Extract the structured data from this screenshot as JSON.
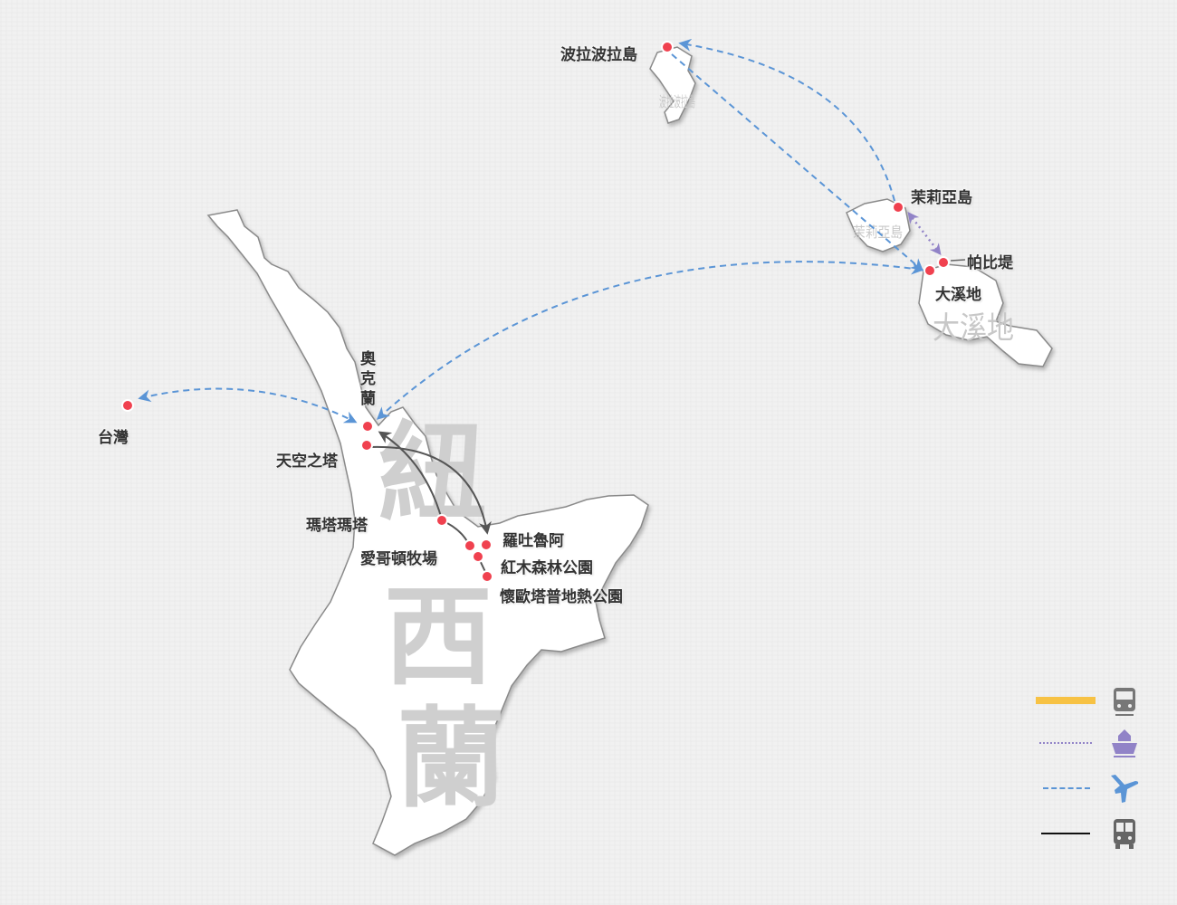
{
  "map": {
    "watermarks": {
      "nz": [
        "紐",
        "西",
        "蘭"
      ],
      "bora_bora": "波拉波拉島",
      "moorea": "茉莉亞島",
      "tahiti": "大溪地"
    },
    "places": {
      "taiwan": "台灣",
      "auckland": "奧克蘭",
      "sky_tower": "天空之塔",
      "matamata": "瑪塔瑪塔",
      "agrodome": "愛哥頓牧場",
      "rotorua": "羅吐魯阿",
      "redwoods": "紅木森林公園",
      "waiotapu": "懷歐塔普地熱公園",
      "bora_bora": "波拉波拉島",
      "moorea": "茉莉亞島",
      "papeete": "帕比堤",
      "tahiti": "大溪地"
    }
  },
  "legend": [
    {
      "mode": "train",
      "icon": "train-icon",
      "color": "#f7c244"
    },
    {
      "mode": "boat",
      "icon": "ship-icon",
      "color": "#9183c7"
    },
    {
      "mode": "plane",
      "icon": "airplane-icon",
      "color": "#5b95d6"
    },
    {
      "mode": "bus",
      "icon": "bus-icon",
      "color": "#111111"
    }
  ]
}
